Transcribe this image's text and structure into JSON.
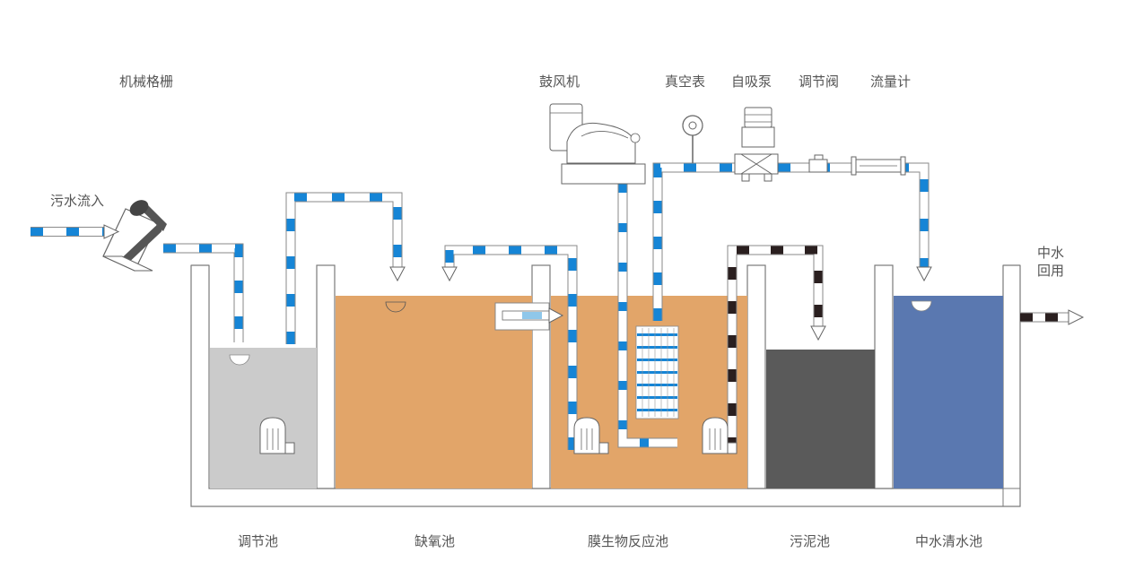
{
  "labels": {
    "screen": "机械格栅",
    "blower": "鼓风机",
    "vacuum_gauge": "真空表",
    "self_priming_pump": "自吸泵",
    "regulating_valve": "调节阀",
    "flow_meter": "流量计",
    "inflow": "污水流入",
    "reuse_line1": "中水",
    "reuse_line2": "回用",
    "tank_regulating": "调节池",
    "tank_anoxic": "缺氧池",
    "tank_mbr": "膜生物反应池",
    "tank_sludge": "污泥池",
    "tank_reclaimed": "中水清水池"
  },
  "colors": {
    "pipe_water": "#1685d6",
    "pipe_sludge": "#2a1f1f",
    "tank_regulating": "#cbcbcb",
    "tank_anoxic": "#e2a569",
    "tank_mbr": "#e2a569",
    "tank_sludge": "#5a5a5a",
    "tank_reclaimed": "#5a78b0",
    "outline": "#7a7a7a"
  }
}
